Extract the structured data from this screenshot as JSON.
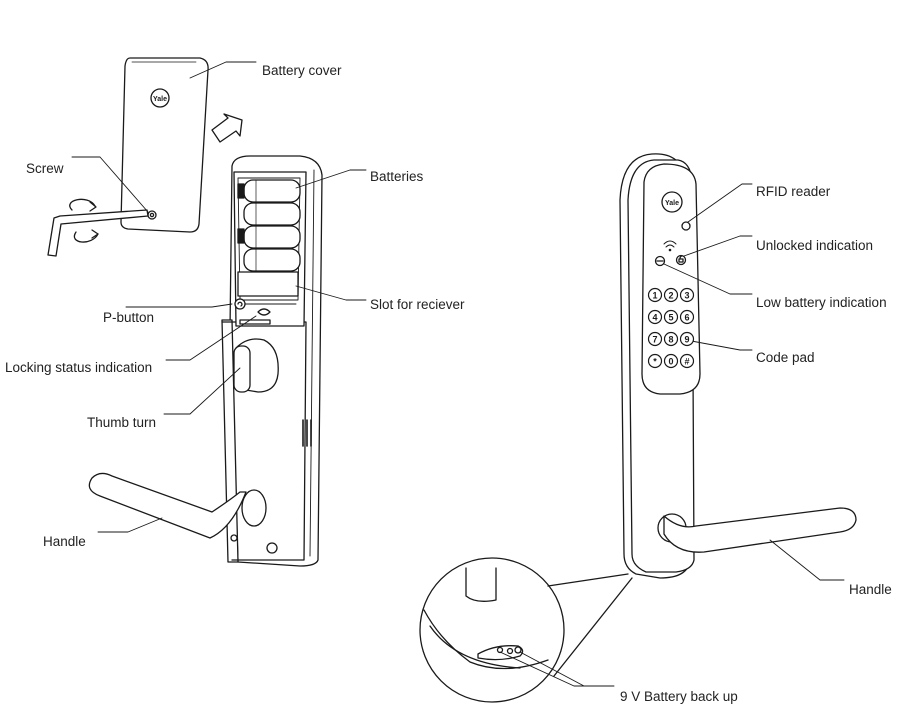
{
  "left_view": {
    "labels": {
      "battery_cover": "Battery cover",
      "screw": "Screw",
      "batteries": "Batteries",
      "p_button": "P-button",
      "slot_for_receiver": "Slot for reciever",
      "locking_status_indication": "Locking status indication",
      "thumb_turn": "Thumb turn",
      "handle": "Handle"
    },
    "cover_logo": "Yale"
  },
  "right_view": {
    "labels": {
      "rfid_reader": "RFID reader",
      "unlocked_indication": "Unlocked indication",
      "low_battery_indication": "Low battery indication",
      "code_pad": "Code pad",
      "handle": "Handle",
      "battery_backup": "9 V  Battery back up"
    },
    "panel_logo": "Yale",
    "keypad_keys": [
      "1",
      "2",
      "3",
      "4",
      "5",
      "6",
      "7",
      "8",
      "9",
      "*",
      "0",
      "#"
    ]
  },
  "colors": {
    "line": "#1a1a1a",
    "fill": "#ffffff",
    "text": "#222222"
  }
}
